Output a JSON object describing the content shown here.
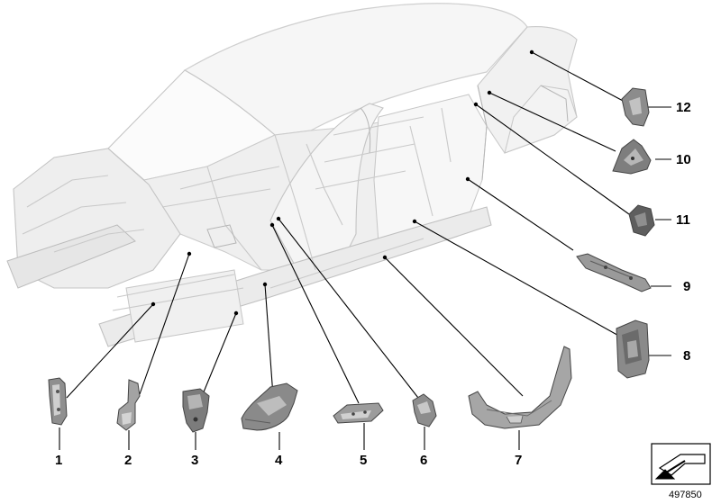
{
  "diagram": {
    "callouts": [
      {
        "id": "1",
        "label": "1"
      },
      {
        "id": "2",
        "label": "2"
      },
      {
        "id": "3",
        "label": "3"
      },
      {
        "id": "4",
        "label": "4"
      },
      {
        "id": "5",
        "label": "5"
      },
      {
        "id": "6",
        "label": "6"
      },
      {
        "id": "7",
        "label": "7"
      },
      {
        "id": "8",
        "label": "8"
      },
      {
        "id": "9",
        "label": "9"
      },
      {
        "id": "10",
        "label": "10"
      },
      {
        "id": "11",
        "label": "11"
      },
      {
        "id": "12",
        "label": "12"
      }
    ],
    "reference_number": "497850",
    "colors": {
      "body_outline": "#c9c9c9",
      "body_fill": "#f4f4f4",
      "part_fill": "#9a9a9a",
      "part_dark": "#5a5a5a",
      "leader": "#000000"
    }
  }
}
